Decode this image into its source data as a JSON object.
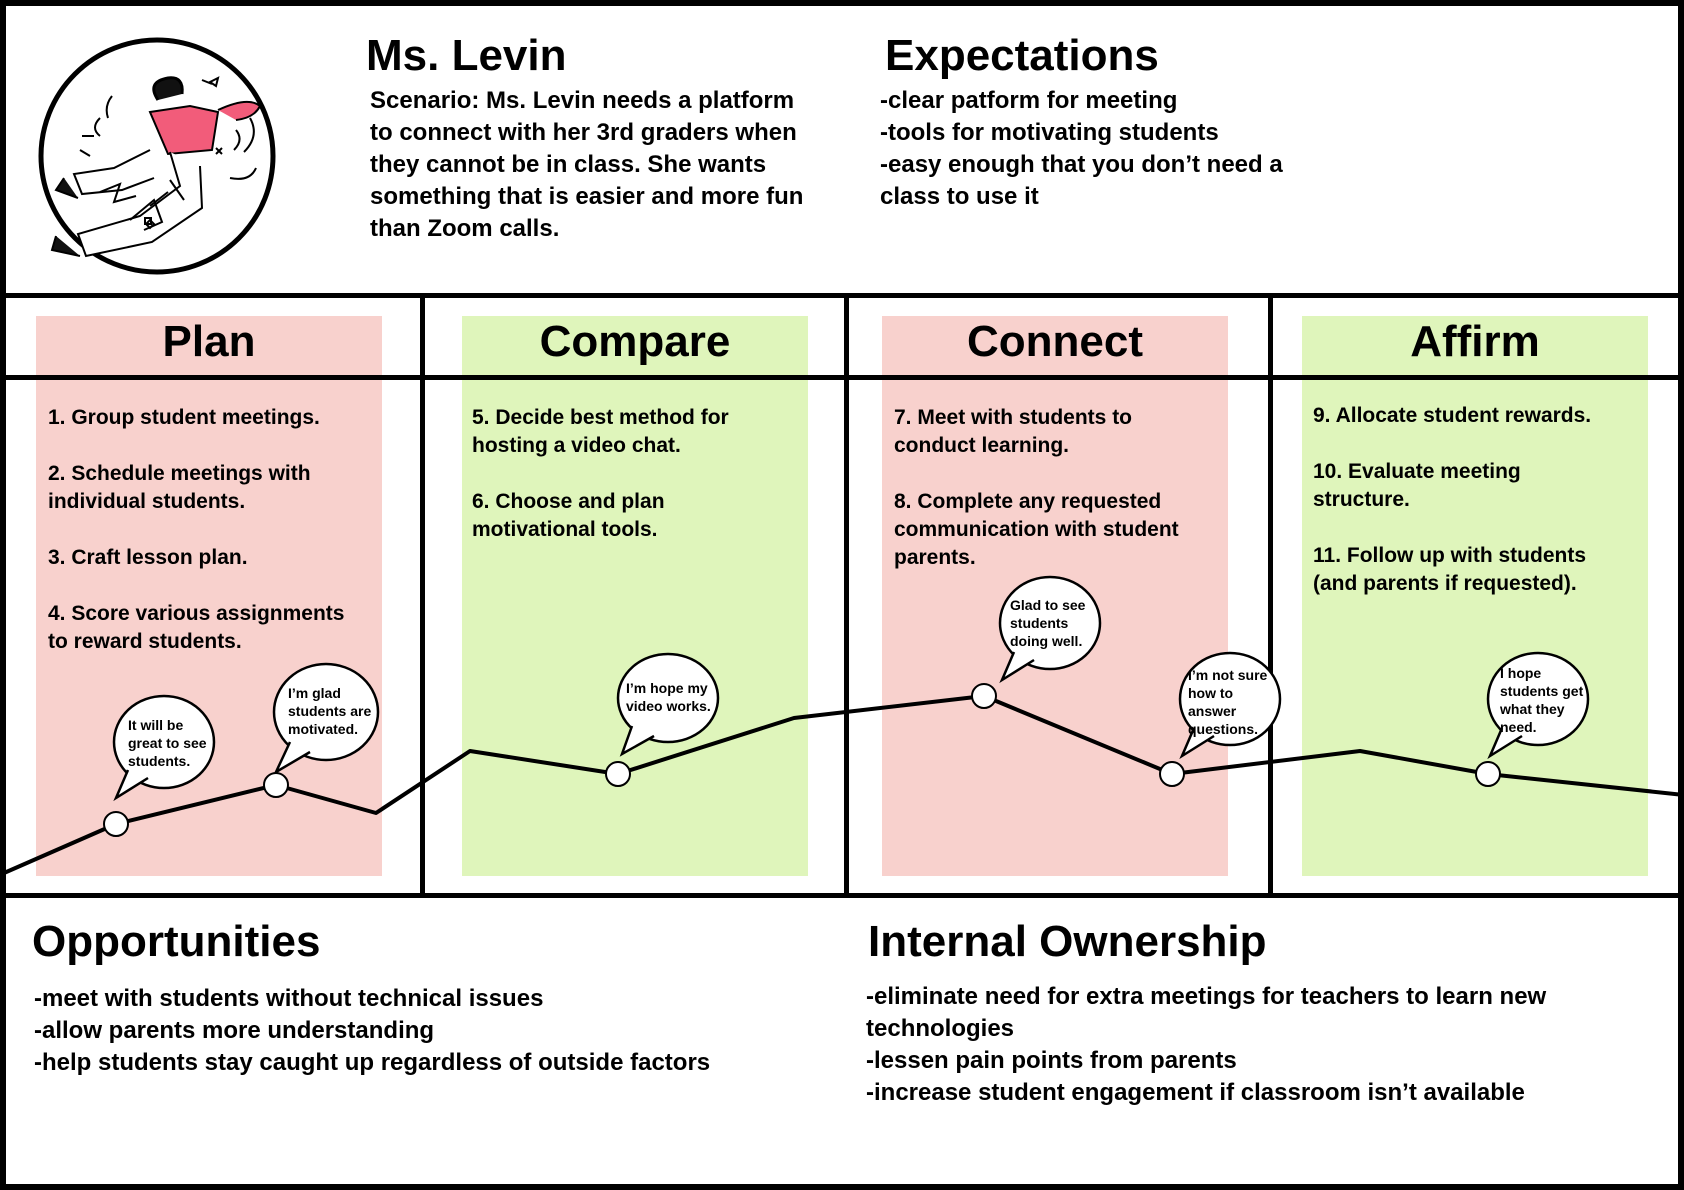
{
  "persona": {
    "name": "Ms. Levin",
    "scenario": [
      "Scenario: Ms. Levin needs a platform",
      "to connect with her 3rd graders when",
      "they cannot be in class. She wants",
      "something that is easier and more fun",
      "than Zoom calls."
    ],
    "avatar_icon": "person-jumping-illustration"
  },
  "expectations": {
    "title": "Expectations",
    "lines": [
      "-clear patform for meeting",
      "-tools for motivating students",
      "-easy enough that you don’t need a",
      "class to use it"
    ]
  },
  "stages": [
    {
      "title": "Plan",
      "color": "#f8d1cd",
      "steps": [
        [
          "1. Group student meetings."
        ],
        [
          "2. Schedule meetings with",
          "individual students."
        ],
        [
          "3. Craft lesson plan."
        ],
        [
          "4. Score various assignments",
          "to reward students."
        ]
      ]
    },
    {
      "title": "Compare",
      "color": "#dff5bb",
      "steps": [
        [
          "5. Decide best method for",
          "hosting a video chat."
        ],
        [
          "6. Choose and plan",
          "motivational tools."
        ]
      ]
    },
    {
      "title": "Connect",
      "color": "#f8d1cd",
      "steps": [
        [
          "7. Meet with students to",
          "conduct learning."
        ],
        [
          "8. Complete any requested",
          "communication with student",
          "parents."
        ]
      ]
    },
    {
      "title": "Affirm",
      "color": "#dff5bb",
      "steps": [
        [
          "9. Allocate student rewards."
        ],
        [
          "10. Evaluate meeting",
          "structure."
        ],
        [
          "11. Follow up with students",
          "(and parents if requested)."
        ]
      ]
    }
  ],
  "bubbles": [
    [
      "It will be",
      "great to see",
      "students."
    ],
    [
      "I’m glad",
      "students are",
      "motivated."
    ],
    [
      "I’m hope my",
      "video works."
    ],
    [
      "Glad to see",
      "students",
      "doing well."
    ],
    [
      "I’m not sure",
      "how to",
      "answer",
      "questions."
    ],
    [
      "I hope",
      "students get",
      "what they",
      "need."
    ]
  ],
  "opportunities": {
    "title": "Opportunities",
    "lines": [
      "-meet with students without technical issues",
      "-allow parents more understanding",
      "-help students stay caught up regardless of outside factors"
    ]
  },
  "ownership": {
    "title": "Internal Ownership",
    "lines": [
      "-eliminate need for extra meetings for teachers to learn new",
      "technologies",
      "-lessen pain points from parents",
      "-increase student engagement if classroom isn’t available"
    ]
  }
}
